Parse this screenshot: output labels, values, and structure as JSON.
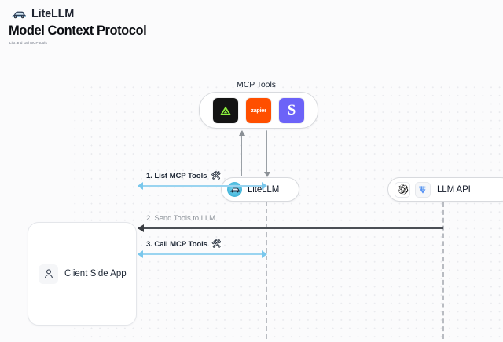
{
  "header": {
    "brand": "LiteLLM",
    "brand_logo_icon": "litellm-car-logo-icon",
    "title": "Model Context Protocol",
    "subtitle": "List and call MCP tools"
  },
  "diagram": {
    "type": "sequence-diagram",
    "background": "#fbfbfc",
    "grid": "dotted",
    "grid_color": "#e9eaee",
    "nodes": [
      {
        "id": "mcp-tools",
        "title": "MCP Tools",
        "tools": [
          {
            "name": "linear",
            "label": "",
            "icon": "linear-triangle-icon",
            "bg": "#141414",
            "fg": "#7ee640"
          },
          {
            "name": "zapier",
            "label": "zapier",
            "icon": "zapier-wordmark-icon",
            "bg": "#ff4f00",
            "fg": "#ffffff"
          },
          {
            "name": "supabase",
            "label": "S",
            "icon": "supabase-s-icon",
            "bg": "#6c63f8",
            "fg": "#ffffff"
          }
        ]
      },
      {
        "id": "litellm",
        "label": "LiteLLM",
        "icon": "litellm-avatar-icon",
        "accent": "#49b9dd"
      },
      {
        "id": "llm-api",
        "label": "LLM API",
        "icons": [
          {
            "name": "openai-icon",
            "color": "#1a1a1a"
          },
          {
            "name": "gemini-icon",
            "color": "#4e8cf5"
          }
        ]
      },
      {
        "id": "client-side-app",
        "label": "Client Side App",
        "icon": "person-icon"
      }
    ],
    "messages": [
      {
        "step": "1",
        "label": "1. List MCP Tools",
        "icon": "tools-hammer-wrench-icon",
        "glyph": "🛠",
        "color": "#9ad4f0",
        "style": "bidirectional",
        "from": "client-side-app",
        "to": "litellm"
      },
      {
        "step": "2",
        "label": "2. Send Tools to LLM",
        "icon": "",
        "glyph": "",
        "color": "#4b4f55",
        "style": "right-to-left",
        "from": "llm-api",
        "to": "client-side-app"
      },
      {
        "step": "3",
        "label": "3. Call MCP Tools",
        "icon": "tools-hammer-wrench-icon",
        "glyph": "🛠",
        "color": "#9ad4f0",
        "style": "bidirectional",
        "from": "client-side-app",
        "to": "litellm"
      }
    ],
    "vertical_messages": [
      {
        "id": "tools-to-litellm",
        "direction": "up",
        "from": "litellm",
        "to": "mcp-tools"
      },
      {
        "id": "litellm-to-tools",
        "direction": "down",
        "from": "mcp-tools",
        "to": "litellm"
      }
    ]
  }
}
